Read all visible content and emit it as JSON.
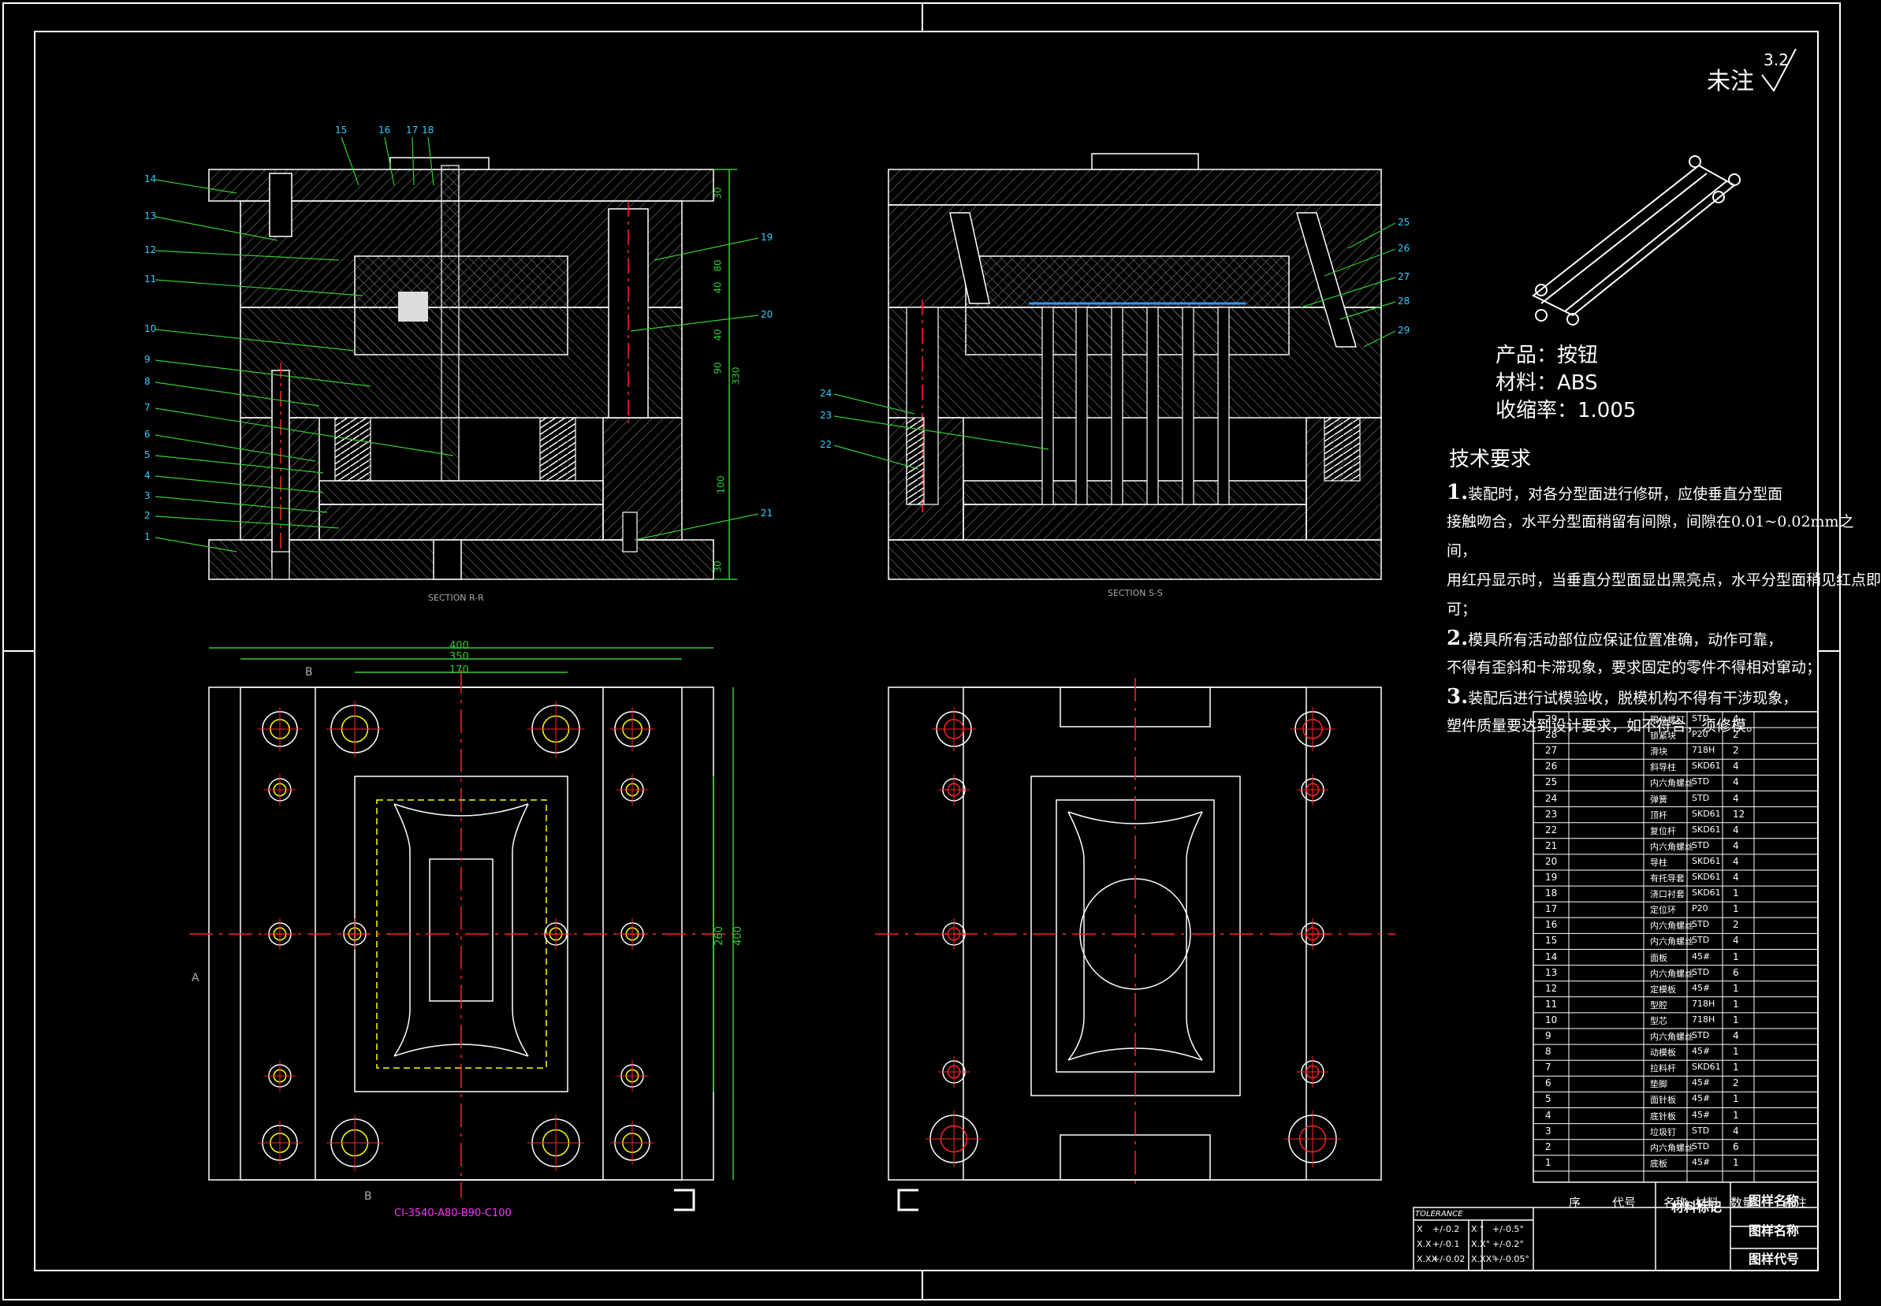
{
  "title_note": {
    "text": "未注",
    "roughness": "3.2"
  },
  "product": {
    "name": "产品：按钮",
    "material": "材料：ABS",
    "shrinkage": "收缩率：1.005"
  },
  "requirements": {
    "title": "技术要求",
    "lines": [
      {
        "num": "1.",
        "text": "装配时，对各分型面进行修研，应使垂直分型面"
      },
      {
        "num": "",
        "text": "接触吻合，水平分型面稍留有间隙，间隙在0.01~0.02mm之"
      },
      {
        "num": "",
        "text": "间，"
      },
      {
        "num": "",
        "text": "用红丹显示时，当垂直分型面显出黑亮点，水平分型面稍见红点即"
      },
      {
        "num": "",
        "text": "可；"
      },
      {
        "num": "2.",
        "text": "模具所有活动部位应保证位置准确，动作可靠，"
      },
      {
        "num": "",
        "text": "不得有歪斜和卡滞现象，要求固定的零件不得相对窜动；"
      },
      {
        "num": "3.",
        "text": "装配后进行试模验收，脱模机构不得有干涉现象，"
      },
      {
        "num": "",
        "text": "塑件质量要达到设计要求，如不符合，须修模。"
      }
    ]
  },
  "section_labels": {
    "rr": "SECTION R-R",
    "ss": "SECTION S-S"
  },
  "leaders_left": [
    "14",
    "13",
    "12",
    "11",
    "10",
    "9",
    "8",
    "7",
    "6",
    "5",
    "4",
    "3",
    "2",
    "1"
  ],
  "leaders_top": [
    "15",
    "16",
    "17",
    "18"
  ],
  "leaders_right": [
    "19",
    "20",
    "21"
  ],
  "leaders_ss_right": [
    "25",
    "26",
    "27",
    "28",
    "29"
  ],
  "leaders_ss_left": [
    "24",
    "23",
    "22"
  ],
  "dims_vertical": [
    "30",
    "80",
    "40",
    "40",
    "90",
    "100",
    "30",
    "330"
  ],
  "dims_plan": {
    "w400": "400",
    "w350": "350",
    "w170": "170",
    "h260": "260",
    "h400": "400",
    "A": "A",
    "B": "B"
  },
  "mold_code": "CI-3540-A80-B90-C100",
  "bom_rows": [
    {
      "no": "29",
      "name": "限位螺钉",
      "mat": "STD",
      "qty": "4"
    },
    {
      "no": "28",
      "name": "锁紧块",
      "mat": "P20",
      "qty": "2"
    },
    {
      "no": "27",
      "name": "滑块",
      "mat": "718H",
      "qty": "2"
    },
    {
      "no": "26",
      "name": "斜导柱",
      "mat": "SKD61",
      "qty": "4"
    },
    {
      "no": "25",
      "name": "内六角螺丝",
      "mat": "STD",
      "qty": "4"
    },
    {
      "no": "24",
      "name": "弹簧",
      "mat": "STD",
      "qty": "4"
    },
    {
      "no": "23",
      "name": "顶杆",
      "mat": "SKD61",
      "qty": "12"
    },
    {
      "no": "22",
      "name": "复位杆",
      "mat": "SKD61",
      "qty": "4"
    },
    {
      "no": "21",
      "name": "内六角螺丝",
      "mat": "STD",
      "qty": "4"
    },
    {
      "no": "20",
      "name": "导柱",
      "mat": "SKD61",
      "qty": "4"
    },
    {
      "no": "19",
      "name": "有托导套",
      "mat": "SKD61",
      "qty": "4"
    },
    {
      "no": "18",
      "name": "浇口衬套",
      "mat": "SKD61",
      "qty": "1"
    },
    {
      "no": "17",
      "name": "定位环",
      "mat": "P20",
      "qty": "1"
    },
    {
      "no": "16",
      "name": "内六角螺丝",
      "mat": "STD",
      "qty": "2"
    },
    {
      "no": "15",
      "name": "内六角螺丝",
      "mat": "STD",
      "qty": "4"
    },
    {
      "no": "14",
      "name": "面板",
      "mat": "45#",
      "qty": "1"
    },
    {
      "no": "13",
      "name": "内六角螺丝",
      "mat": "STD",
      "qty": "6"
    },
    {
      "no": "12",
      "name": "定模板",
      "mat": "45#",
      "qty": "1"
    },
    {
      "no": "11",
      "name": "型腔",
      "mat": "718H",
      "qty": "1"
    },
    {
      "no": "10",
      "name": "型芯",
      "mat": "718H",
      "qty": "1"
    },
    {
      "no": "9",
      "name": "内六角螺丝",
      "mat": "STD",
      "qty": "4"
    },
    {
      "no": "8",
      "name": "动模板",
      "mat": "45#",
      "qty": "1"
    },
    {
      "no": "7",
      "name": "拉料杆",
      "mat": "SKD61",
      "qty": "1"
    },
    {
      "no": "6",
      "name": "垫脚",
      "mat": "45#",
      "qty": "2"
    },
    {
      "no": "5",
      "name": "面针板",
      "mat": "45#",
      "qty": "1"
    },
    {
      "no": "4",
      "name": "底针板",
      "mat": "45#",
      "qty": "1"
    },
    {
      "no": "3",
      "name": "垃圾钉",
      "mat": "STD",
      "qty": "4"
    },
    {
      "no": "2",
      "name": "内六角螺丝",
      "mat": "STD",
      "qty": "6"
    },
    {
      "no": "1",
      "name": "底板",
      "mat": "45#",
      "qty": "1"
    }
  ],
  "bom_header": {
    "no": "序",
    "code": "代号",
    "name": "名称",
    "mat": "材料",
    "qty": "数量",
    "note": "备注"
  },
  "title_block": {
    "material_mark": "材料标记",
    "drawing_name_1": "图样名称",
    "drawing_name_2": "图样名称",
    "drawing_code": "图样代号",
    "tolerance_title": "TOLERANCE",
    "tol_rows": [
      {
        "a": "X",
        "b": "+/-0.2",
        "c": "X °",
        "d": "+/-0.5°"
      },
      {
        "a": "X.X",
        "b": "+/-0.1",
        "c": "X.X°",
        "d": "+/-0.2°"
      },
      {
        "a": "X.XX",
        "b": "+/-0.02",
        "c": "X.XX°",
        "d": "+/-0.05°"
      }
    ]
  },
  "colors": {
    "frame": "#ffffff",
    "green": "#33cc33",
    "red": "#ff2222",
    "cyan": "#33ccff",
    "yellow": "#ffff00",
    "magenta": "#ff33ff"
  }
}
